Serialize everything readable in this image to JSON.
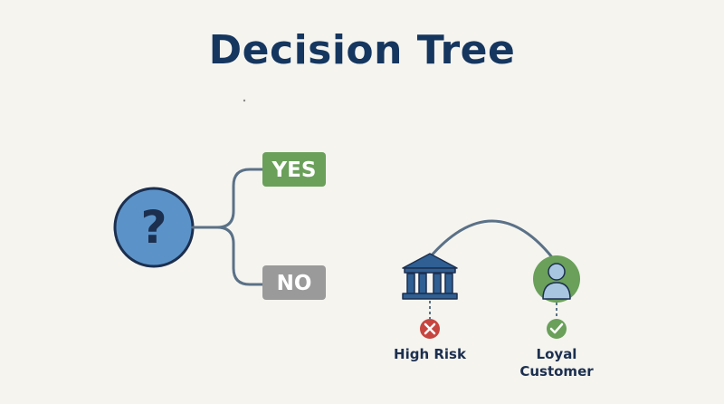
{
  "title": "Decision Tree",
  "question": {
    "symbol": "?",
    "icon": "question-icon"
  },
  "branches": {
    "yes_label": "YES",
    "no_label": "NO"
  },
  "outcomes": [
    {
      "label": "High Risk",
      "icon": "bank-icon",
      "status_icon": "cross-icon",
      "status_color": "#c7453f"
    },
    {
      "label_line1": "Loyal",
      "label_line2": "Customer",
      "icon": "user-icon",
      "status_icon": "check-icon",
      "status_color": "#6aa05a"
    }
  ],
  "colors": {
    "title": "#15365f",
    "question_fill": "#5b93c9",
    "question_stroke": "#1c2f4f",
    "yes_fill": "#6aa05a",
    "no_fill": "#9a9a9a",
    "connector": "#5a7187",
    "bank_fill": "#2f5f93",
    "user_circle": "#6aa05a",
    "user_body": "#a9c6e0"
  }
}
